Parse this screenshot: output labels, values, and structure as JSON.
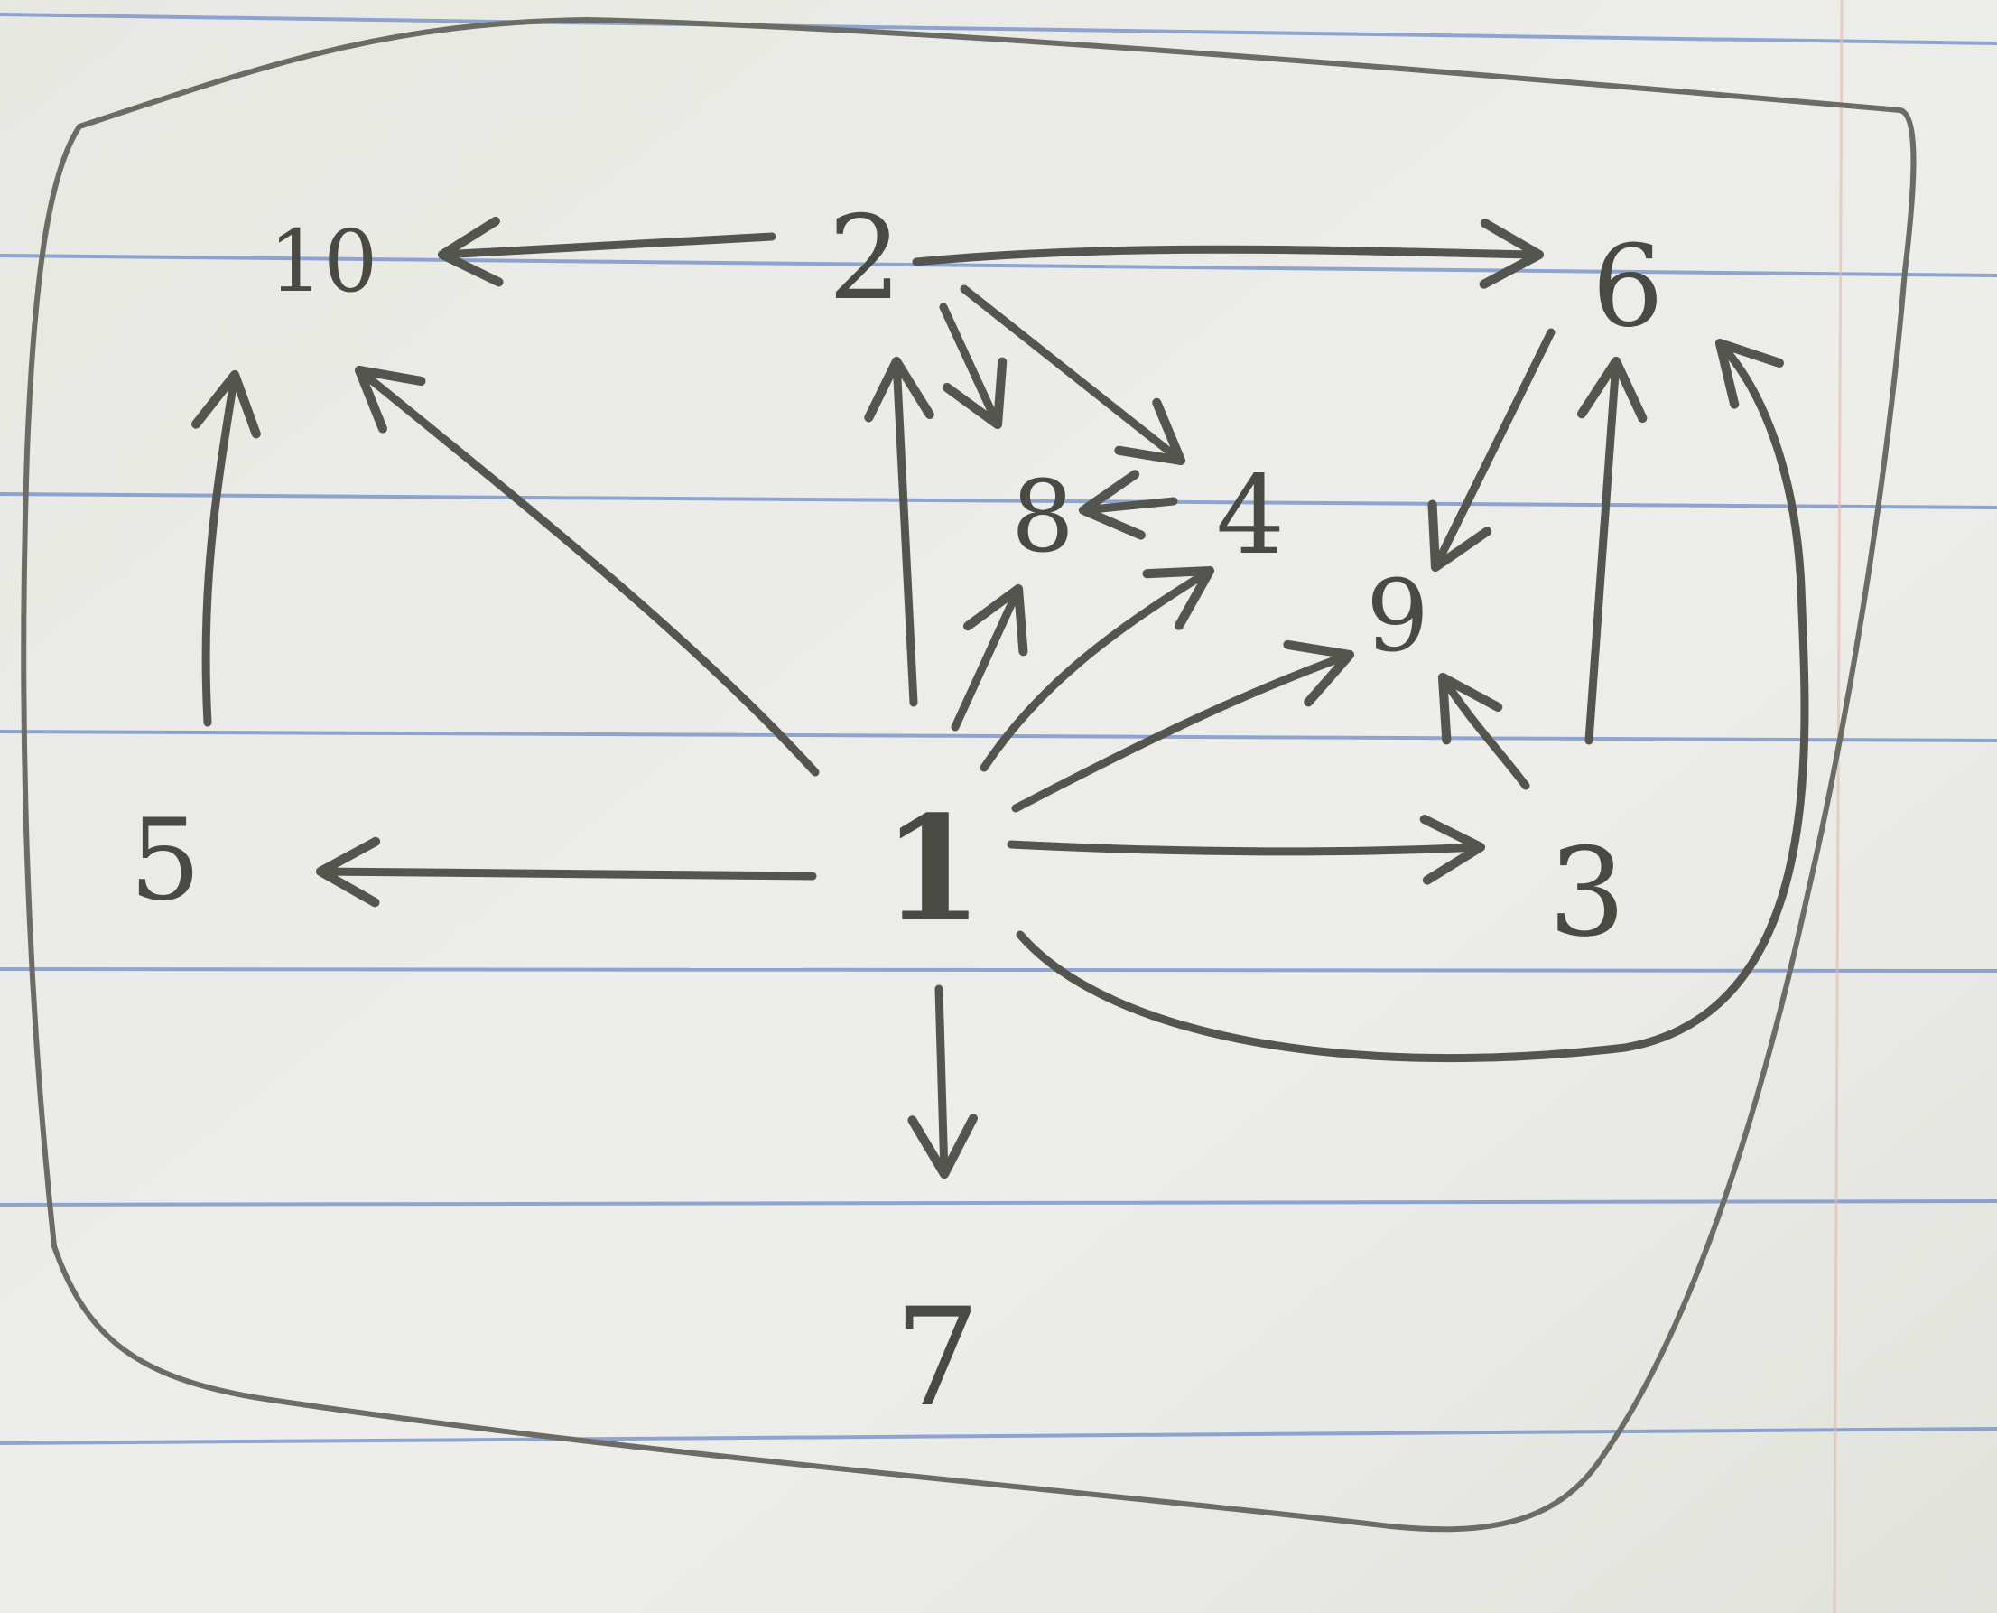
{
  "diagram": {
    "type": "directed-graph",
    "medium": "pencil sketch on lined notebook paper",
    "colors": {
      "paper": "#ebebe6",
      "rule_line": "#6f8cc8",
      "margin_line": "#e3b8b0",
      "pencil": "#55554f"
    },
    "nodes": [
      {
        "id": "n1",
        "label": "1"
      },
      {
        "id": "n2",
        "label": "2"
      },
      {
        "id": "n3",
        "label": "3"
      },
      {
        "id": "n4",
        "label": "4"
      },
      {
        "id": "n5",
        "label": "5"
      },
      {
        "id": "n6",
        "label": "6"
      },
      {
        "id": "n7",
        "label": "7"
      },
      {
        "id": "n8",
        "label": "8"
      },
      {
        "id": "n9",
        "label": "9"
      },
      {
        "id": "n10",
        "label": "10"
      }
    ],
    "edges": [
      {
        "from": "n2",
        "to": "n10"
      },
      {
        "from": "n2",
        "to": "n6"
      },
      {
        "from": "n2",
        "to": "n8"
      },
      {
        "from": "n2",
        "to": "n4"
      },
      {
        "from": "n4",
        "to": "n8"
      },
      {
        "from": "n6",
        "to": "n9"
      },
      {
        "from": "n5",
        "to": "n10"
      },
      {
        "from": "n1",
        "to": "n10"
      },
      {
        "from": "n1",
        "to": "n2"
      },
      {
        "from": "n1",
        "to": "n8"
      },
      {
        "from": "n1",
        "to": "n4"
      },
      {
        "from": "n1",
        "to": "n9"
      },
      {
        "from": "n1",
        "to": "n3"
      },
      {
        "from": "n1",
        "to": "n5"
      },
      {
        "from": "n1",
        "to": "n7"
      },
      {
        "from": "n1",
        "to": "n6"
      },
      {
        "from": "n3",
        "to": "n9"
      },
      {
        "from": "n3",
        "to": "n6"
      }
    ]
  }
}
